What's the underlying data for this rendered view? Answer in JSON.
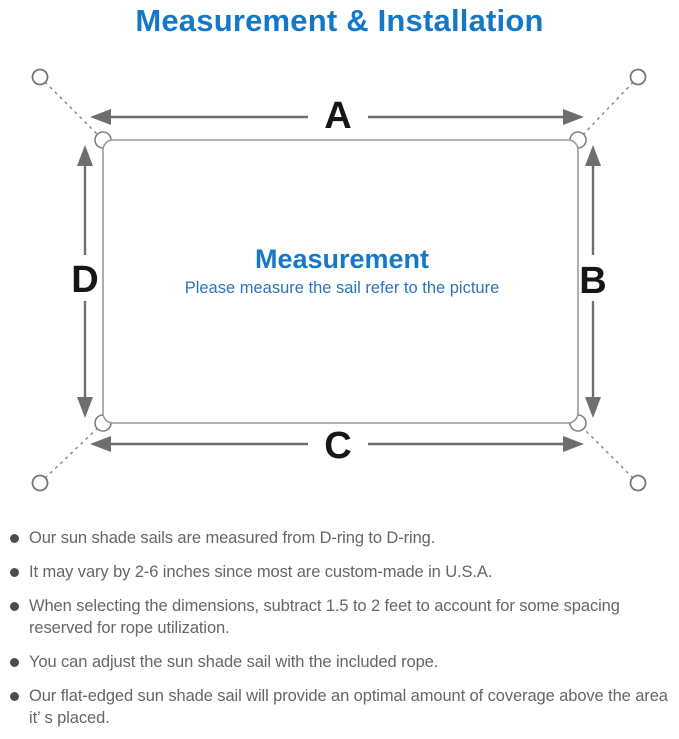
{
  "title": "Measurement & Installation",
  "diagram": {
    "labels": {
      "top": "A",
      "right": "B",
      "bottom": "C",
      "left": "D"
    },
    "center_heading": "Measurement",
    "center_caption": "Please measure the sail refer to the picture"
  },
  "notes": [
    "Our sun shade sails are measured from D-ring to D-ring.",
    "It may vary by 2-6 inches since most are custom-made in U.S.A.",
    "When selecting the dimensions, subtract 1.5 to 2 feet to account for some spacing reserved for rope utilization.",
    "You can adjust the sun shade sail with the included rope.",
    "Our flat-edged sun shade sail will provide an optimal amount of coverage above the area it’ s placed."
  ],
  "colors": {
    "accent_blue": "#1478c8",
    "caption_blue": "#2e74b5",
    "text_gray": "#666666",
    "line_gray": "#6e6e6e"
  }
}
